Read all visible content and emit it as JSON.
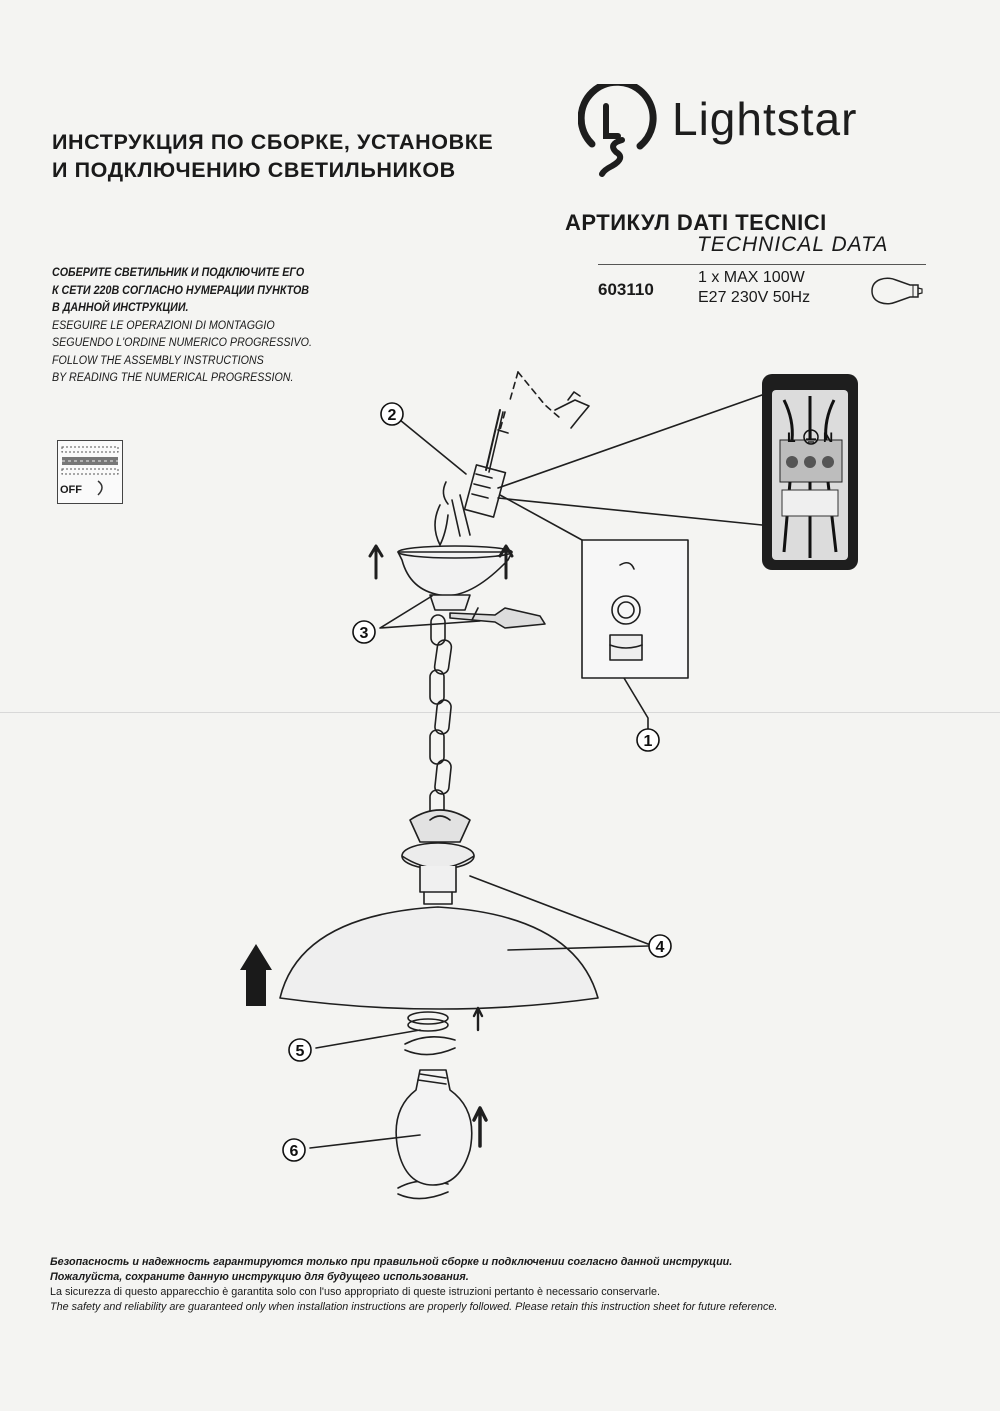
{
  "brand": {
    "name": "Lightstar"
  },
  "header": {
    "title_line1": "ИНСТРУКЦИЯ ПО СБОРКЕ, УСТАНОВКЕ",
    "title_line2": "И  ПОДКЛЮЧЕНИЮ  СВЕТИЛЬНИКОВ"
  },
  "tech": {
    "label": "АРТИКУЛ DATI TECNICI",
    "label_en": "TECHNICAL DATA",
    "article": "603110",
    "spec_line1": "1 x MAX 100W",
    "spec_line2": "E27 230V 50Hz"
  },
  "instructions": {
    "ru_line1": "СОБЕРИТЕ СВЕТИЛЬНИК И ПОДКЛЮЧИТЕ ЕГО",
    "ru_line2": "К СЕТИ 220В СОГЛАСНО НУМЕРАЦИИ ПУНКТОВ",
    "ru_line3": "В ДАННОЙ ИНСТРУКЦИИ.",
    "it_line1": "ESEGUIRE LE OPERAZIONI DI MONTAGGIO",
    "it_line2": "SEGUENDO L'ORDINE NUMERICO PROGRESSIVO.",
    "en_line1": "FOLLOW THE ASSEMBLY INSTRUCTIONS",
    "en_line2": "BY READING THE NUMERICAL PROGRESSION."
  },
  "switch": {
    "label": "OFF"
  },
  "terminal": {
    "l": "L",
    "n": "N"
  },
  "callouts": [
    "1",
    "2",
    "3",
    "4",
    "5",
    "6"
  ],
  "footer": {
    "ru_line1": "Безопасность и надежность гарантируются только при правильной сборке и подключении согласно данной инструкции.",
    "ru_line2": "Пожалуйста, сохраните данную инструкцию для будущего использования.",
    "it_line": "La sicurezza di questo apparecchio è garantita solo con l'uso appropriato di queste istruzioni pertanto è necessario conservarle.",
    "en_line": "The safety and reliability are guaranteed only when installation instructions are properly followed. Please retain this instruction sheet for future reference."
  }
}
